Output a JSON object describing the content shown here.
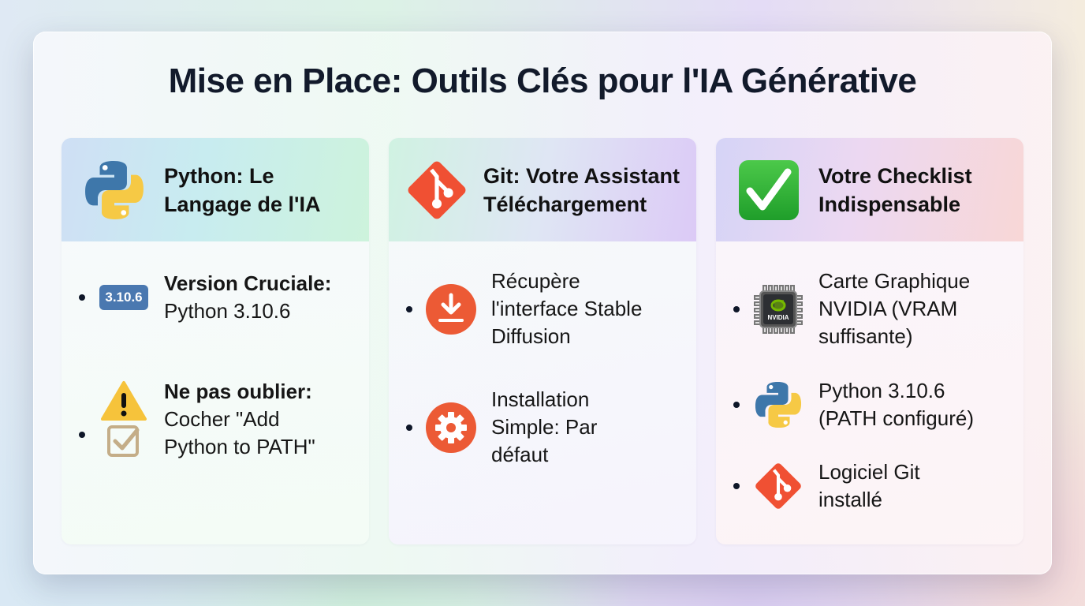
{
  "title": "Mise en Place: Outils Clés pour l'IA Générative",
  "colors": {
    "title": "#121a2b",
    "python_blue": "#3e77aa",
    "python_yellow": "#f6c945",
    "git_orange": "#f05033",
    "check_green": "#2fb52f",
    "badge_blue": "#4a78b0"
  },
  "panels": [
    {
      "icon": "python-logo-icon",
      "title_line1": "Python: Le",
      "title_line2": "Langage de l'IA",
      "items": [
        {
          "icon": "version-badge-icon",
          "badge": "3.10.6",
          "bold": "Version Cruciale:",
          "lines": [
            "Python 3.10.6"
          ]
        },
        {
          "icon": "warning-checkbox-icon",
          "bold": "Ne pas oublier:",
          "lines": [
            "Cocher \"Add",
            "Python to PATH\""
          ]
        }
      ]
    },
    {
      "icon": "git-logo-icon",
      "title_line1": "Git: Votre Assistant",
      "title_line2": "Téléchargement",
      "items": [
        {
          "icon": "download-icon",
          "lines": [
            "Récupère",
            "l'interface Stable",
            "Diffusion"
          ]
        },
        {
          "icon": "gear-icon",
          "lines": [
            "Installation",
            "Simple: Par",
            "défaut"
          ]
        }
      ]
    },
    {
      "icon": "check-mark-icon",
      "title_line1": "Votre Checklist",
      "title_line2": "Indispensable",
      "items": [
        {
          "icon": "nvidia-chip-icon",
          "chip_label": "NVIDIA",
          "lines": [
            "Carte Graphique",
            "NVIDIA (VRAM",
            "suffisante)"
          ]
        },
        {
          "icon": "python-logo-icon",
          "lines": [
            "Python 3.10.6",
            "(PATH configuré)"
          ]
        },
        {
          "icon": "git-logo-icon",
          "lines": [
            "Logiciel Git",
            "installé"
          ]
        }
      ]
    }
  ]
}
